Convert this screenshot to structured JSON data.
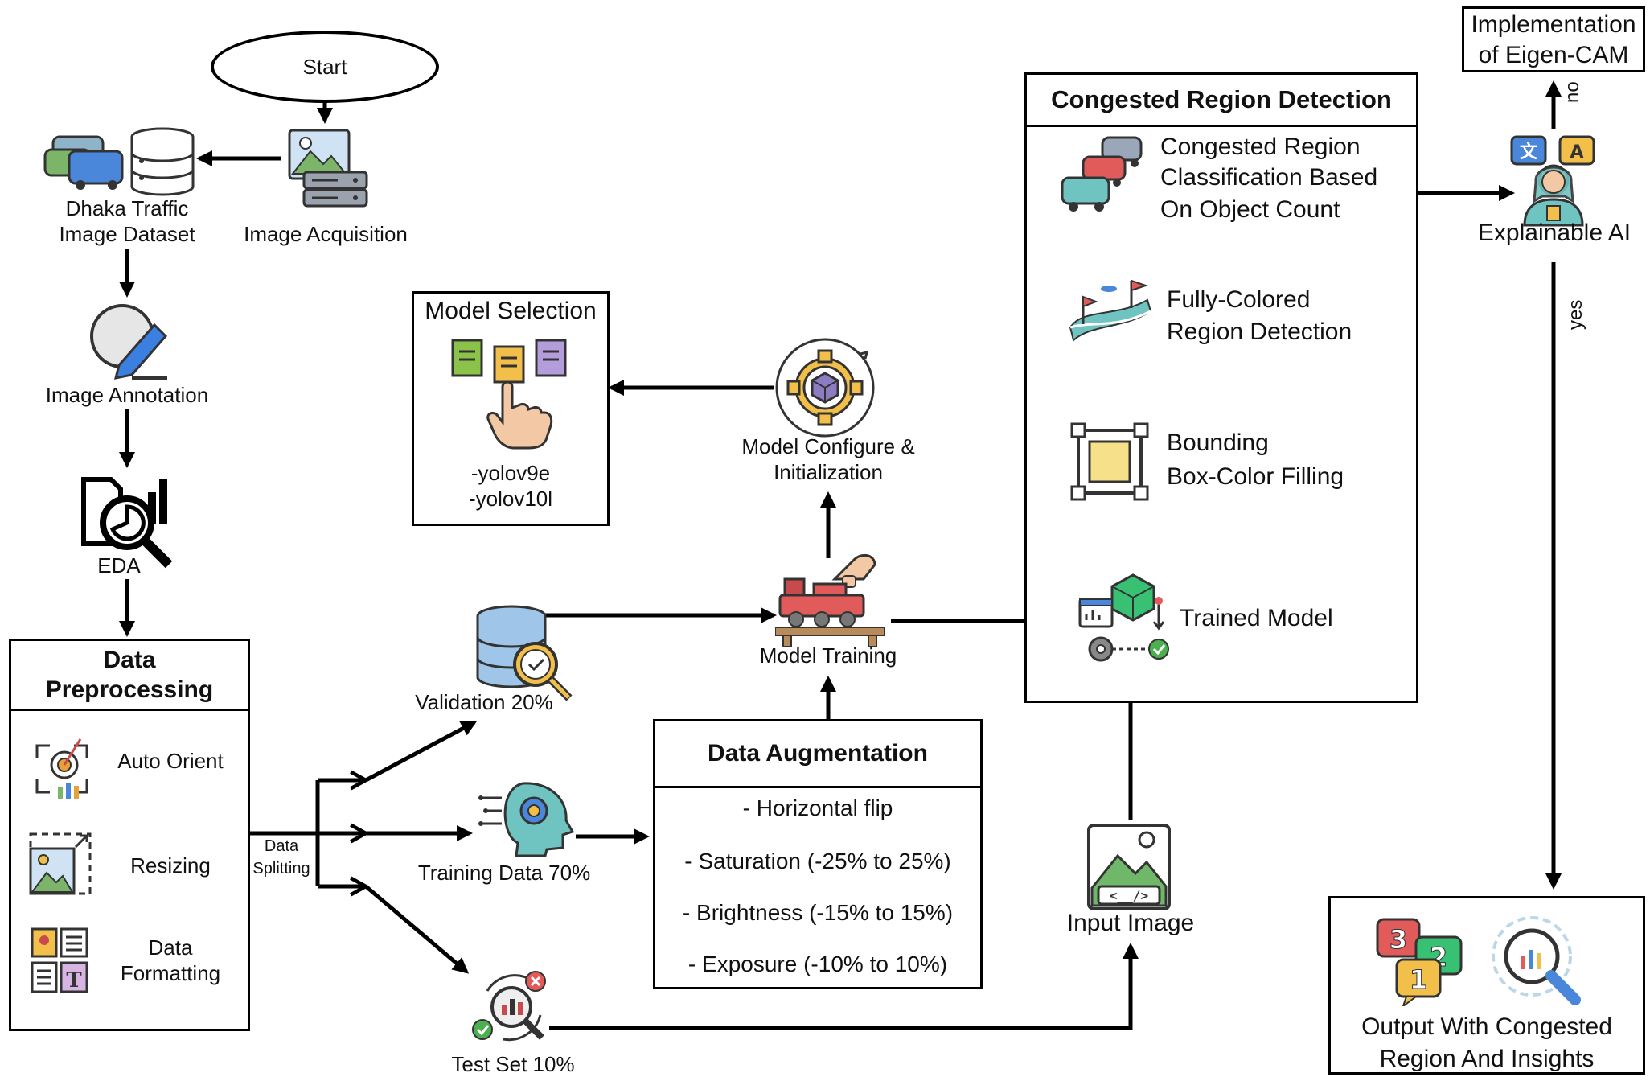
{
  "start": "Start",
  "image_acquisition": "Image Acquisition",
  "dataset": {
    "line1": "Dhaka Traffic",
    "line2": "Image Dataset"
  },
  "image_annotation": "Image Annotation",
  "eda": "EDA",
  "preprocessing": {
    "title_line1": "Data",
    "title_line2": "Preprocessing",
    "items": [
      "Auto Orient",
      "Resizing",
      "Data",
      "Formatting"
    ]
  },
  "data_splitting": {
    "line1": "Data",
    "line2": "Splitting"
  },
  "validation": "Validation 20%",
  "training": "Training Data 70%",
  "test": "Test Set 10%",
  "augmentation": {
    "title": "Data Augmentation",
    "items": [
      "- Horizontal flip",
      "- Saturation (-25% to 25%)",
      "- Brightness (-15% to 15%)",
      "- Exposure (-10% to 10%)"
    ]
  },
  "model_training": "Model Training",
  "model_configure": {
    "line1": "Model Configure &",
    "line2": "Initialization"
  },
  "model_selection": {
    "title": "Model Selection",
    "model1": "-yolov9e",
    "model2": "-yolov10l"
  },
  "input_image": "Input Image",
  "congested": {
    "title": "Congested Region Detection",
    "trained_model": "Trained Model",
    "bbox": {
      "line1": "Bounding",
      "line2": "Box-Color Filling"
    },
    "fully": {
      "line1": "Fully-Colored",
      "line2": "Region Detection"
    },
    "classification": {
      "line1": "Congested Region",
      "line2": "Classification Based",
      "line3": "On Object Count"
    }
  },
  "explainable_ai": "Explainable AI",
  "eigen_cam": {
    "line1": "Implementation",
    "line2": "of Eigen-CAM"
  },
  "decision": {
    "no": "no",
    "yes": "yes"
  },
  "output": {
    "line1": "Output With Congested",
    "line2": "Region And Insights"
  }
}
